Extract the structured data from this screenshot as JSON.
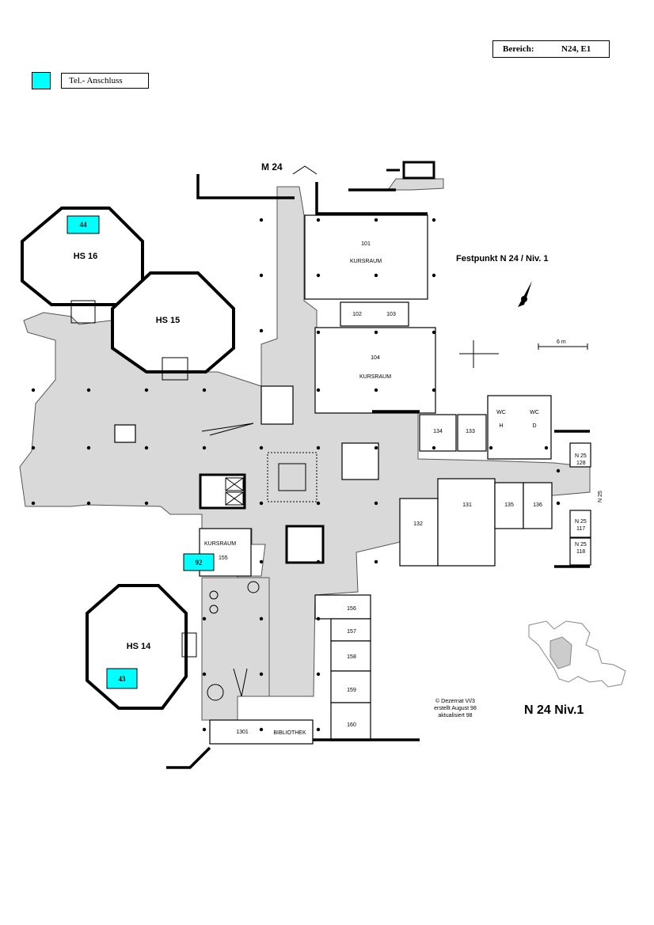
{
  "header": {
    "area_label": "Bereich:",
    "area_value": "N24, E1"
  },
  "legend": {
    "swatch_color": "#00ffff",
    "label": "Tel.- Anschluss"
  },
  "map": {
    "building_label": "M 24",
    "fixpoint_label": "Festpunkt N 24 / Niv. 1",
    "scale_label": "6 m",
    "footer_title": "N 24 Niv.1",
    "side_label": "N 25",
    "credits": [
      "© Dezernat VI/3",
      "erstellt August 98",
      "aktualisiert 98"
    ],
    "lecture_halls": {
      "hs16": "HS 16",
      "hs15": "HS 15",
      "hs14": "HS 14"
    },
    "phones": {
      "p44": "44",
      "p92": "92",
      "p43": "43"
    },
    "rooms": {
      "r101": "101",
      "r101_name": "KURSRAUM",
      "r102": "102",
      "r103": "103",
      "r104": "104",
      "r104_name": "KURSRAUM",
      "r134": "134",
      "r133": "133",
      "wc_h": "WC",
      "wc_h_sub": "H",
      "wc_d": "WC",
      "wc_d_sub": "D",
      "n25_128": "N 25",
      "n25_128_num": "128",
      "n25_117": "N 25",
      "n25_117_num": "117",
      "n25_118": "N 25",
      "n25_118_num": "118",
      "r131": "131",
      "r132": "132",
      "r135": "135",
      "r136": "136",
      "r155_name": "KURSRAUM",
      "r155": "155",
      "r156": "156",
      "r157": "157",
      "r158": "158",
      "r159": "159",
      "r160": "160",
      "r1301": "1301",
      "bibliothek": "BIBLIOTHEK"
    }
  }
}
